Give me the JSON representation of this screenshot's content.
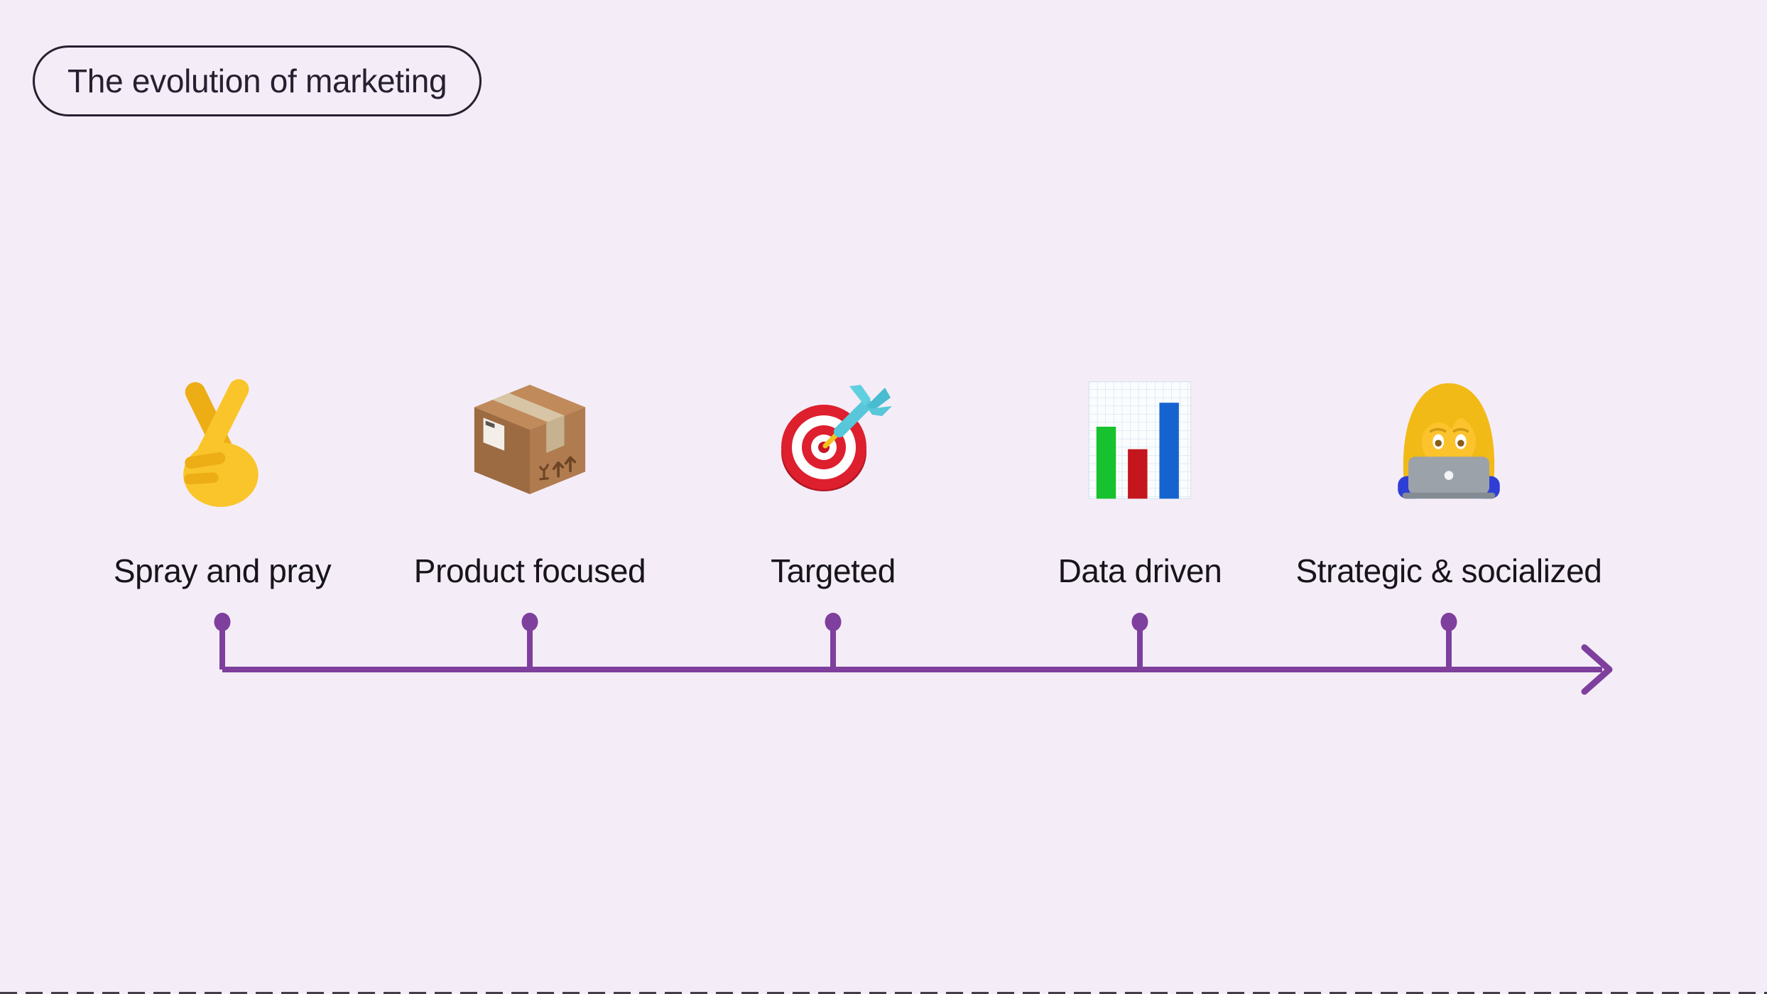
{
  "title": "The evolution of marketing",
  "stages": [
    {
      "label": "Spray and pray",
      "icon": "crossed-fingers-icon",
      "emoji": "🤞"
    },
    {
      "label": "Product focused",
      "icon": "package-box-icon",
      "emoji": "📦"
    },
    {
      "label": "Targeted",
      "icon": "dart-target-icon",
      "emoji": "🎯"
    },
    {
      "label": "Data driven",
      "icon": "bar-chart-icon",
      "emoji": "📊"
    },
    {
      "label": "Strategic & socialized",
      "icon": "woman-technologist-icon",
      "emoji": "👩‍💻"
    }
  ],
  "timeline": {
    "direction": "left-to-right",
    "dot_count": 5
  },
  "colors": {
    "background": "#f4edf8",
    "accent_purple": "#7e3f9d",
    "title_dark": "#262030",
    "label_text": "#17141a"
  }
}
